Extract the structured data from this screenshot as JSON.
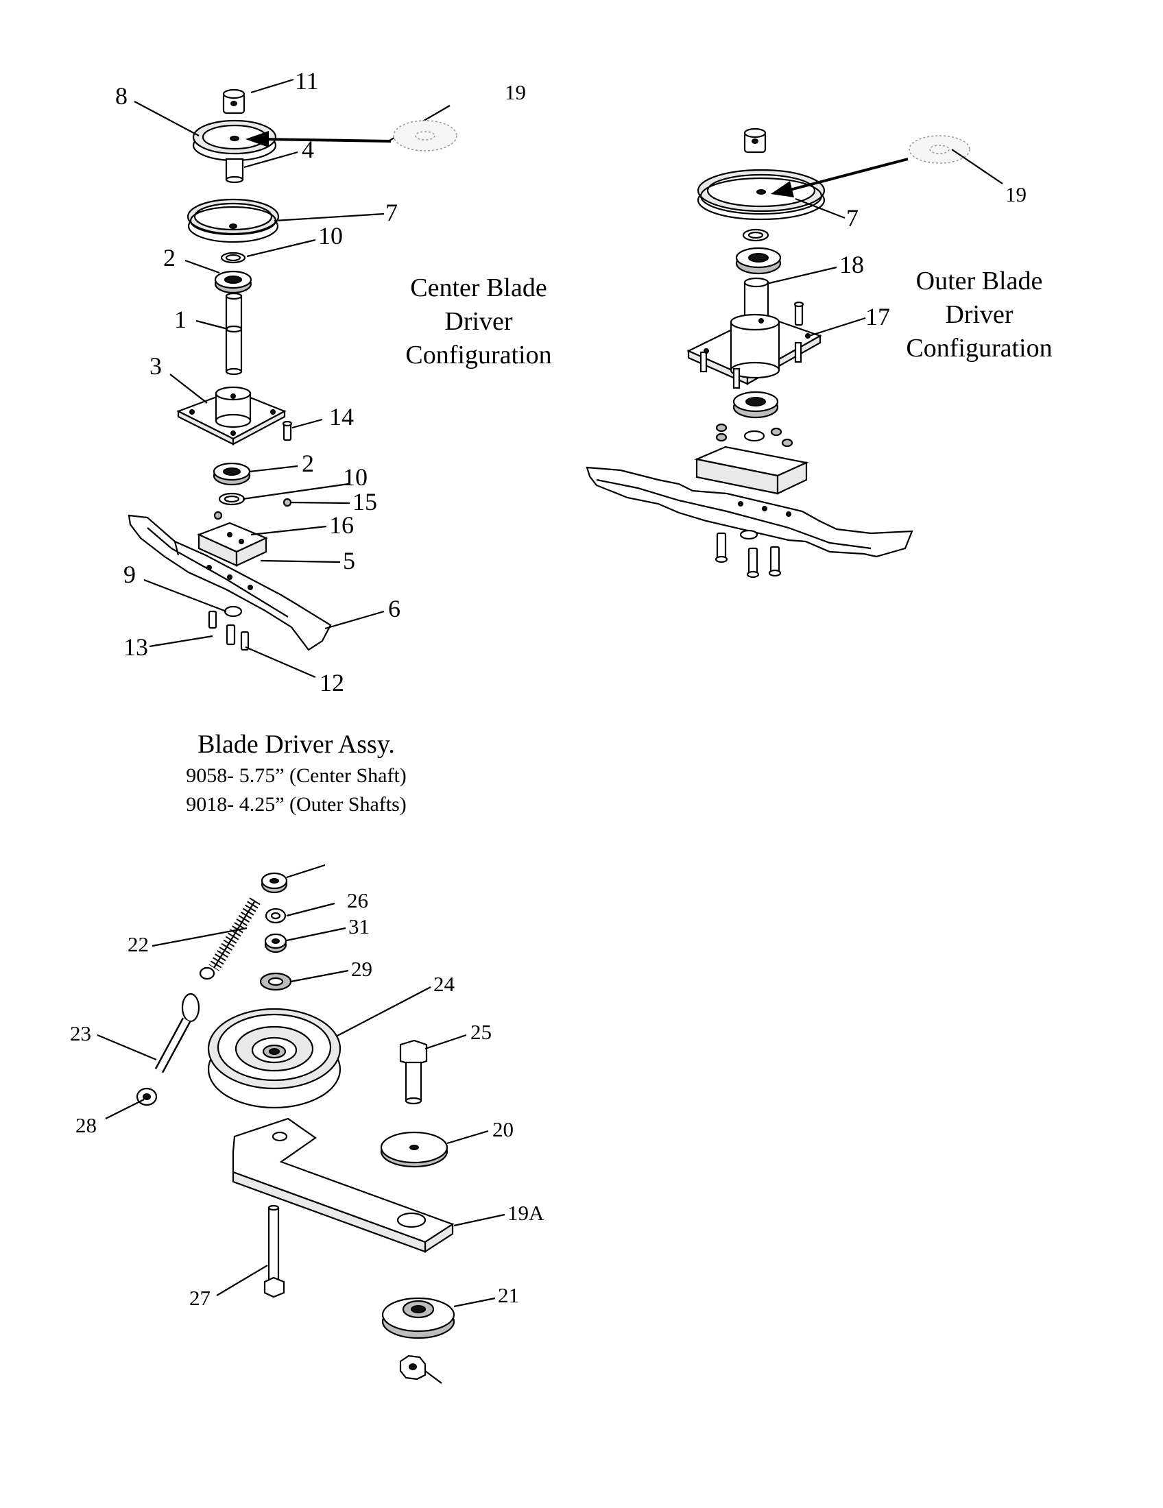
{
  "titles": {
    "center_config": [
      "Center Blade",
      "Driver",
      "Configuration"
    ],
    "outer_config": [
      "Outer Blade",
      "Driver",
      "Configuration"
    ],
    "assy_title": "Blade Driver Assy.",
    "assy_line1": "9058- 5.75” (Center Shaft)",
    "assy_line2": "9018- 4.25”  (Outer Shafts)"
  },
  "callouts": {
    "c1": "1",
    "c2a": "2",
    "c2b": "2",
    "c3": "3",
    "c4": "4",
    "c5": "5",
    "c6": "6",
    "c7": "7",
    "c7b": "7",
    "c8": "8",
    "c9": "9",
    "c10a": "10",
    "c10b": "10",
    "c11": "11",
    "c12": "12",
    "c13": "13",
    "c14": "14",
    "c15": "15",
    "c16": "16",
    "c17": "17",
    "c18": "18",
    "c19a": "19",
    "c19b": "19",
    "c19A": "19A",
    "c20": "20",
    "c21": "21",
    "c22": "22",
    "c23": "23",
    "c24": "24",
    "c25": "25",
    "c26": "26",
    "c27": "27",
    "c28": "28",
    "c29": "29",
    "c31": "31"
  }
}
